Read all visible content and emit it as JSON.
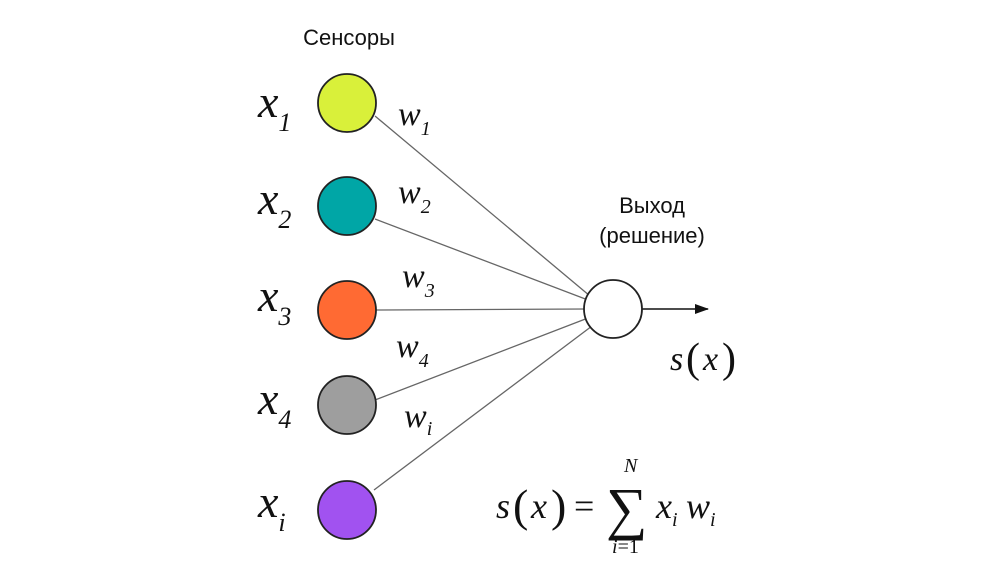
{
  "header": {
    "sensors_label": "Сенсоры"
  },
  "output": {
    "label_line1": "Выход",
    "label_line2": "(решение)",
    "function_label": "s(x)",
    "fn": "s",
    "arg": "x"
  },
  "inputs": [
    {
      "var": "x",
      "sub": "1",
      "weight_var": "w",
      "weight_sub": "1",
      "color": "#d9f03a"
    },
    {
      "var": "x",
      "sub": "2",
      "weight_var": "w",
      "weight_sub": "2",
      "color": "#00a6a6"
    },
    {
      "var": "x",
      "sub": "3",
      "weight_var": "w",
      "weight_sub": "3",
      "color": "#ff6a33"
    },
    {
      "var": "x",
      "sub": "4",
      "weight_var": "w",
      "weight_sub": "4",
      "color": "#9e9e9e"
    },
    {
      "var": "x",
      "sub": "i",
      "weight_var": "w",
      "weight_sub": "i",
      "color": "#a152f0"
    }
  ],
  "formula": {
    "lhs_fn": "s",
    "lhs_arg": "x",
    "equals": "=",
    "sigma": "∑",
    "upper": "N",
    "lower_var": "i",
    "lower_rest": "=1",
    "term1": "x",
    "term1_sub": "i",
    "term2": "w",
    "term2_sub": "i"
  }
}
